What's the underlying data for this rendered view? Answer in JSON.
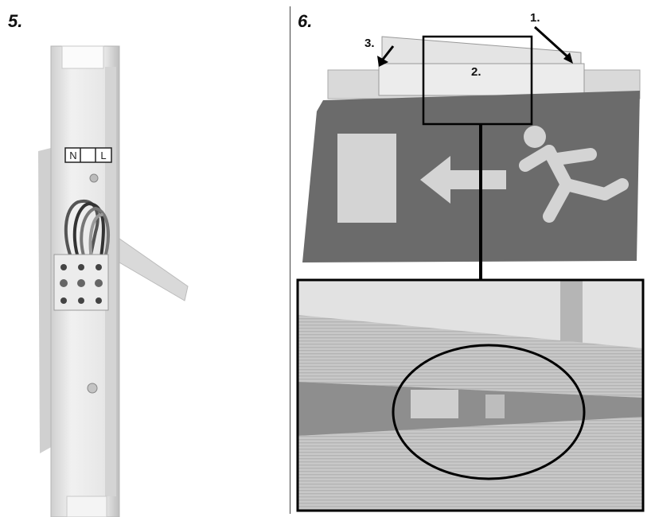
{
  "steps": {
    "left": "5.",
    "right": "6."
  },
  "callouts": {
    "c1": "1.",
    "c2": "2.",
    "c3": "3."
  },
  "terminal_labels": {
    "n": "N",
    "l": "L"
  },
  "colors": {
    "sign_panel": "#6b6b6b",
    "pictogram": "#d4d4d4",
    "housing": "#dedede",
    "frame": "#111111"
  }
}
